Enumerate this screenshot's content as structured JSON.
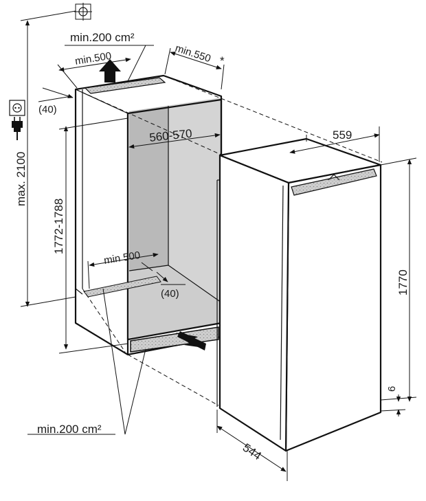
{
  "labels": {
    "top_vent_area": "min.200 cm²",
    "top_depth": "min.500",
    "cabinet_depth": "min.550",
    "asterisk": "*",
    "top_offset": "(40)",
    "max_height": "max. 2100",
    "niche_width": "560-570",
    "niche_height": "1772-1788",
    "bottom_depth": "min 500",
    "bottom_offset": "(40)",
    "appliance_width": "559",
    "appliance_height": "1770",
    "toe_gap": "6",
    "appliance_depth": "544",
    "bottom_vent_area": "min.200 cm²"
  },
  "icons": {
    "top": "level-cross-icon",
    "socket": "power-socket-icon",
    "plug": "power-plug-icon"
  },
  "colors": {
    "line": "#111111",
    "niche_interior": "#d6d6d6",
    "niche_shadow": "#b4b4b4",
    "vent_grille": "#c8c8c8"
  }
}
